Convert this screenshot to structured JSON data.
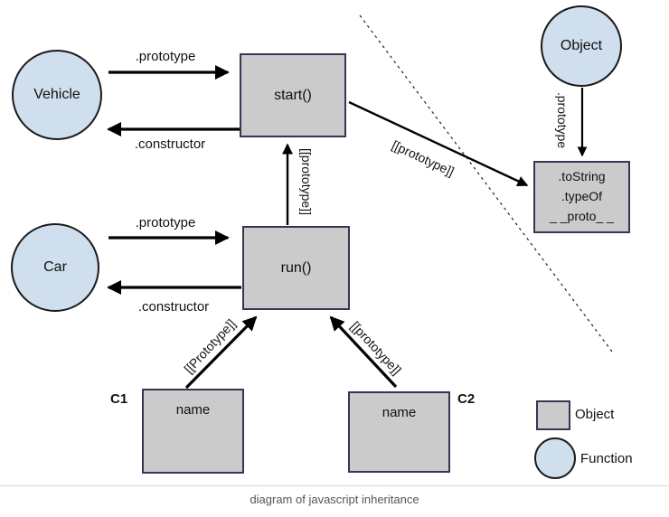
{
  "caption": "diagram of javascript inheritance",
  "nodes": {
    "vehicle": {
      "label": "Vehicle"
    },
    "car": {
      "label": "Car"
    },
    "object": {
      "label": "Object"
    },
    "start": {
      "label": "start()"
    },
    "run": {
      "label": "run()"
    },
    "object_prototype_box": {
      "line1": ".toString",
      "line2": ".typeOf",
      "line3": "_ _proto_ _"
    },
    "c1": {
      "tag": "C1",
      "label": "name"
    },
    "c2": {
      "tag": "C2",
      "label": "name"
    }
  },
  "edges": {
    "vehicle_prototype": {
      "label": ".prototype"
    },
    "vehicle_constructor": {
      "label": ".constructor"
    },
    "car_prototype": {
      "label": ".prototype"
    },
    "car_constructor": {
      "label": ".constructor"
    },
    "run_to_start": {
      "label": "[[prototype]]"
    },
    "start_to_object_prototype": {
      "label": "[[prototype]]"
    },
    "object_prototype": {
      "label": ".prototype"
    },
    "c1_to_run": {
      "label": "[[Prototype]]"
    },
    "c2_to_run": {
      "label": "[[prototype]]"
    }
  },
  "legend": {
    "object": "Object",
    "function": "Function"
  },
  "colors": {
    "function_fill": "#cfdfee",
    "object_fill": "#cbcbcb",
    "object_border": "#3a3453",
    "circle_border": "#1a1a1a",
    "arrow": "#000000",
    "dashed_line": "#222222",
    "caption_text": "#555555"
  }
}
